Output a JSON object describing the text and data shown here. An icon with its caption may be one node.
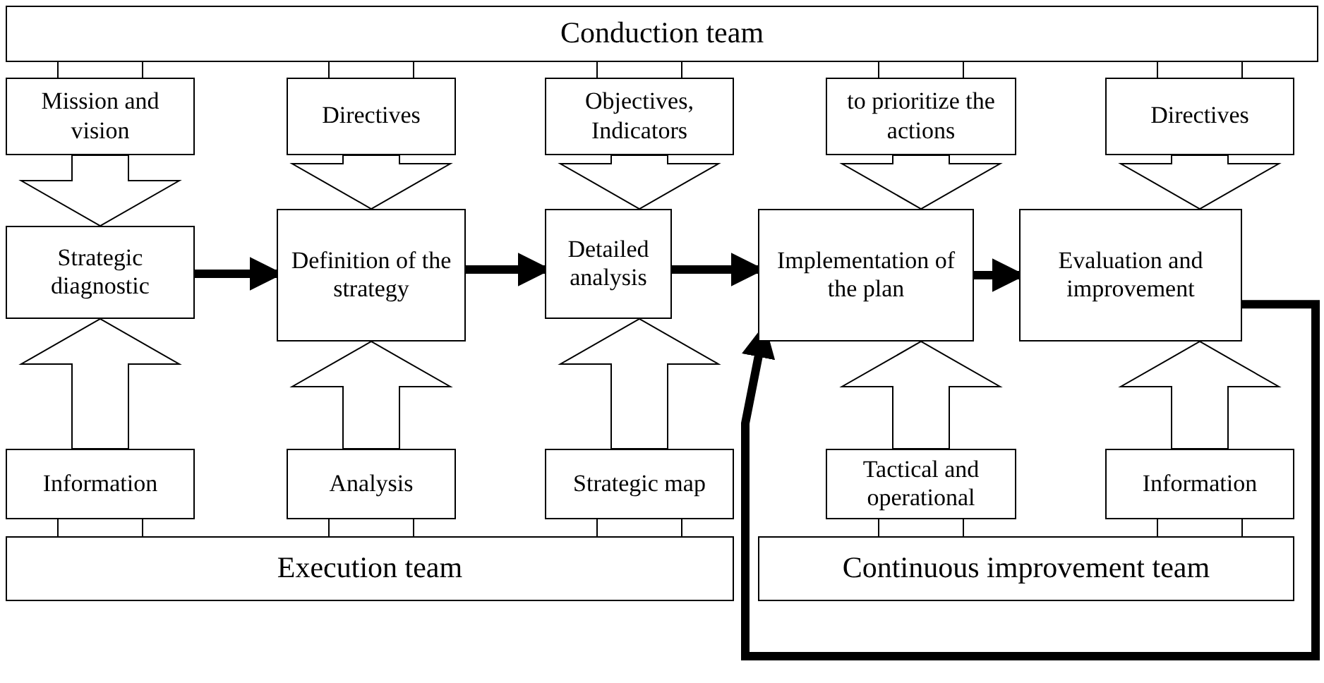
{
  "diagram": {
    "nodes": [
      {
        "text": [
          "Conduction team"
        ]
      },
      {
        "text": [
          "Mission and vision"
        ]
      },
      {
        "text": [
          "Directives"
        ]
      },
      {
        "text": [
          "Objectives, Indicators"
        ]
      },
      {
        "text": [
          "to prioritize the actions"
        ]
      },
      {
        "text": [
          "Directives"
        ]
      },
      {
        "text": [
          "Strategic diagnostic"
        ]
      },
      {
        "text": [
          "Definition of the strategy"
        ]
      },
      {
        "text": [
          "Detailed analysis"
        ]
      },
      {
        "text": [
          "Implementation of the plan"
        ]
      },
      {
        "text": [
          "Evaluation and improvement"
        ]
      },
      {
        "text": [
          "Information"
        ]
      },
      {
        "text": [
          "Analysis"
        ]
      },
      {
        "text": [
          "Strategic map"
        ]
      },
      {
        "text": [
          "Tactical and operational"
        ]
      },
      {
        "text": [
          "Information"
        ]
      },
      {
        "text": [
          "Execution team"
        ]
      },
      {
        "text": [
          "Continuous improvement team"
        ]
      }
    ],
    "edges": [
      {
        "from": 0,
        "to": 1,
        "arrow": "none"
      },
      {
        "from": 0,
        "to": 2,
        "arrow": "none"
      },
      {
        "from": 0,
        "to": 3,
        "arrow": "none"
      },
      {
        "from": 0,
        "to": 4,
        "arrow": "none"
      },
      {
        "from": 0,
        "to": 5,
        "arrow": "none"
      },
      {
        "from": 1,
        "to": 6,
        "arrow": "to"
      },
      {
        "from": 2,
        "to": 7,
        "arrow": "to"
      },
      {
        "from": 3,
        "to": 8,
        "arrow": "to"
      },
      {
        "from": 4,
        "to": 9,
        "arrow": "to"
      },
      {
        "from": 5,
        "to": 10,
        "arrow": "to"
      },
      {
        "from": 11,
        "to": 6,
        "arrow": "to"
      },
      {
        "from": 12,
        "to": 7,
        "arrow": "to"
      },
      {
        "from": 13,
        "to": 8,
        "arrow": "to"
      },
      {
        "from": 14,
        "to": 9,
        "arrow": "to"
      },
      {
        "from": 15,
        "to": 10,
        "arrow": "to"
      },
      {
        "from": 16,
        "to": 11,
        "arrow": "none"
      },
      {
        "from": 16,
        "to": 12,
        "arrow": "none"
      },
      {
        "from": 16,
        "to": 13,
        "arrow": "none"
      },
      {
        "from": 17,
        "to": 14,
        "arrow": "none"
      },
      {
        "from": 17,
        "to": 15,
        "arrow": "none"
      },
      {
        "from": 6,
        "to": 7,
        "arrow": "to",
        "style": "thick"
      },
      {
        "from": 7,
        "to": 8,
        "arrow": "to",
        "style": "thick"
      },
      {
        "from": 8,
        "to": 9,
        "arrow": "to",
        "style": "thick"
      },
      {
        "from": 9,
        "to": 10,
        "arrow": "to",
        "style": "thick"
      },
      {
        "from": 10,
        "to": 9,
        "arrow": "to",
        "style": "thick"
      }
    ]
  }
}
